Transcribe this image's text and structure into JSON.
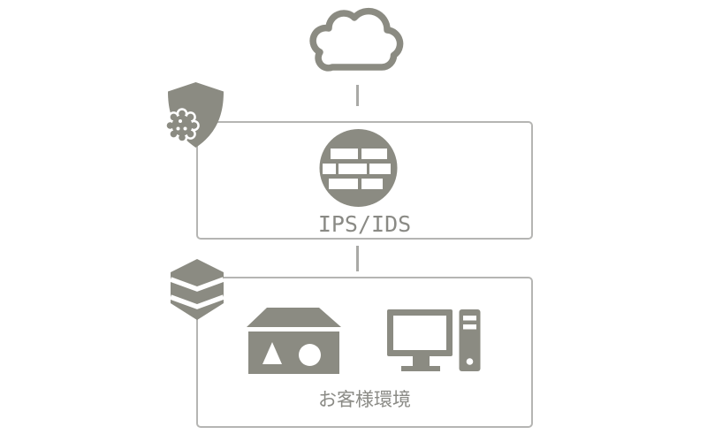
{
  "colors": {
    "bg": "#ffffff",
    "white": "#ffffff",
    "icon_gray": "#8b8b82",
    "box_border": "#b5b5b3",
    "text_gray": "#8a8a85",
    "connector_gray": "#a9a9a6"
  },
  "diagram": {
    "type": "network-security-flow",
    "internet": {
      "icon": "cloud"
    },
    "ips_zone": {
      "label": "IPS/IDS",
      "icon": "firewall-bricks",
      "badge_icon": "shield-with-virus"
    },
    "customer_zone": {
      "label": "お客様環境",
      "icons": [
        "security-appliance-box",
        "desktop-computer"
      ],
      "badge_icon": "layer-stack"
    }
  }
}
